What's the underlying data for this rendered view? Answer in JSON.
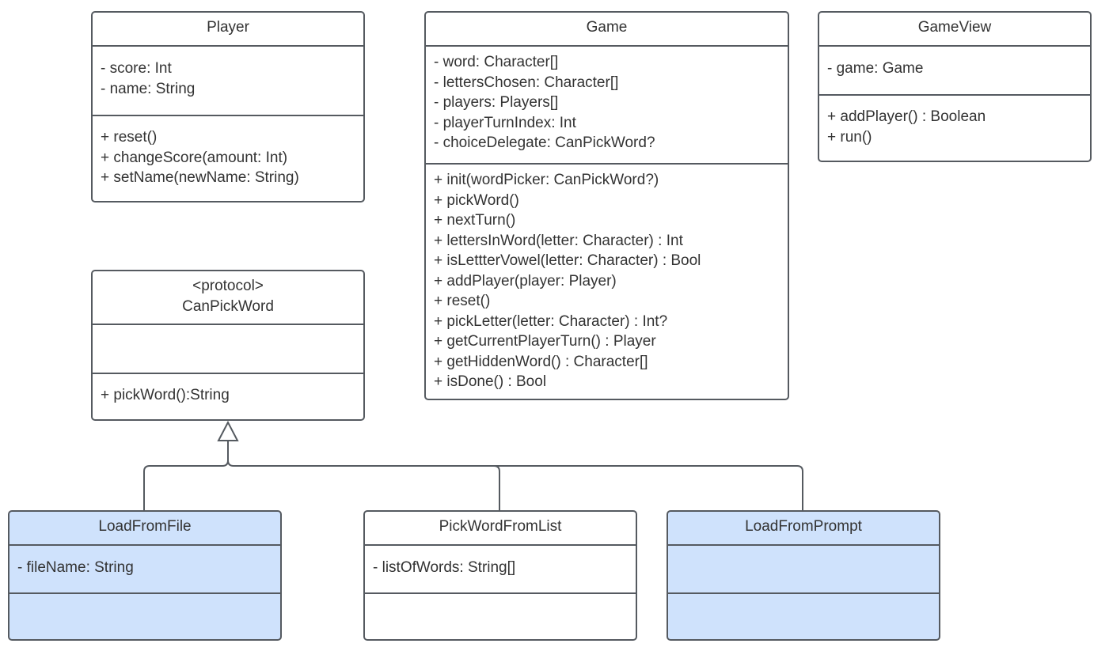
{
  "diagram": {
    "classes": {
      "player": {
        "name": "Player",
        "attributes": [
          "- score: Int",
          "- name: String"
        ],
        "methods": [
          "+ reset()",
          "+ changeScore(amount: Int)",
          "+ setName(newName: String)"
        ]
      },
      "game": {
        "name": "Game",
        "attributes": [
          "- word: Character[]",
          "- lettersChosen: Character[]",
          "- players: Players[]",
          "- playerTurnIndex: Int",
          "- choiceDelegate: CanPickWord?"
        ],
        "methods": [
          "+ init(wordPicker: CanPickWord?)",
          "+ pickWord()",
          "+ nextTurn()",
          "+ lettersInWord(letter: Character) : Int",
          "+ isLettterVowel(letter: Character) : Bool",
          "+ addPlayer(player: Player)",
          "+ reset()",
          "+ pickLetter(letter: Character) : Int?",
          "+ getCurrentPlayerTurn() : Player",
          "+ getHiddenWord() : Character[]",
          "+ isDone() : Bool"
        ]
      },
      "game_view": {
        "name": "GameView",
        "attributes": [
          "- game: Game"
        ],
        "methods": [
          "+ addPlayer() : Boolean",
          "+ run()"
        ]
      },
      "can_pick_word": {
        "stereotype": "<protocol>",
        "name": "CanPickWord",
        "attributes": [],
        "methods": [
          "+ pickWord():String"
        ]
      },
      "load_from_file": {
        "name": "LoadFromFile",
        "attributes": [
          "- fileName: String"
        ],
        "methods": []
      },
      "pick_word_from_list": {
        "name": "PickWordFromList",
        "attributes": [
          "- listOfWords: String[]"
        ],
        "methods": []
      },
      "load_from_prompt": {
        "name": "LoadFromPrompt",
        "attributes": [],
        "methods": []
      }
    },
    "relationships": [
      {
        "type": "realization",
        "from": "LoadFromFile",
        "to": "CanPickWord"
      },
      {
        "type": "realization",
        "from": "PickWordFromList",
        "to": "CanPickWord"
      },
      {
        "type": "realization",
        "from": "LoadFromPrompt",
        "to": "CanPickWord"
      }
    ],
    "colors": {
      "border": "#555a60",
      "text": "#333333",
      "highlight_fill": "#cfe2fc",
      "background": "#ffffff"
    }
  }
}
